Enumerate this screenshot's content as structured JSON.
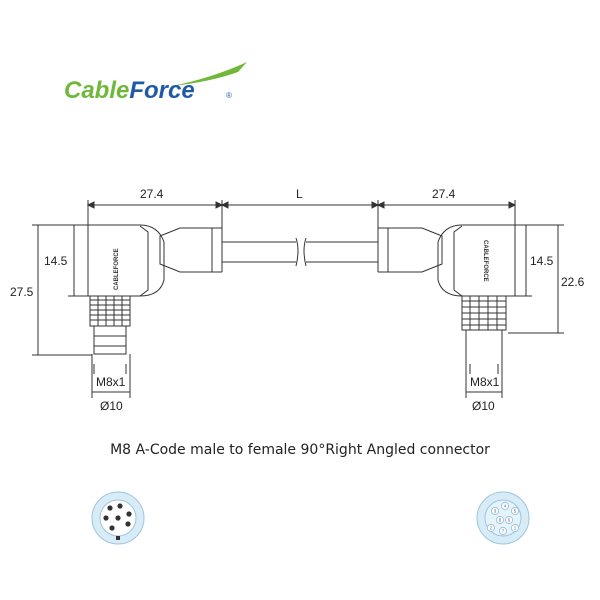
{
  "logo": {
    "part1": "Cable",
    "part2": "Force",
    "mark": "®",
    "color_green": "#6fb83a",
    "color_blue": "#1f5aa6"
  },
  "dimensions": {
    "left_width": "27.4",
    "cable_length": "L",
    "right_width": "27.4",
    "left_height_inner": "14.5",
    "left_height_total": "27.5",
    "right_height_inner": "14.5",
    "right_height_total": "22.6",
    "left_thread": "M8x1",
    "left_diameter": "Ø10",
    "right_thread": "M8x1",
    "right_diameter": "Ø10"
  },
  "connector_brand": "CABLEFORCE",
  "caption": "M8 A-Code male to female 90°Right Angled connector",
  "pinouts": {
    "male_icon": "male-pin-layout-icon",
    "female_icon": "female-pin-layout-icon",
    "female_pins": [
      "4",
      "5",
      "3",
      "6",
      "1",
      "2",
      "8",
      "7"
    ],
    "face_fill": "#d7ecf7"
  }
}
